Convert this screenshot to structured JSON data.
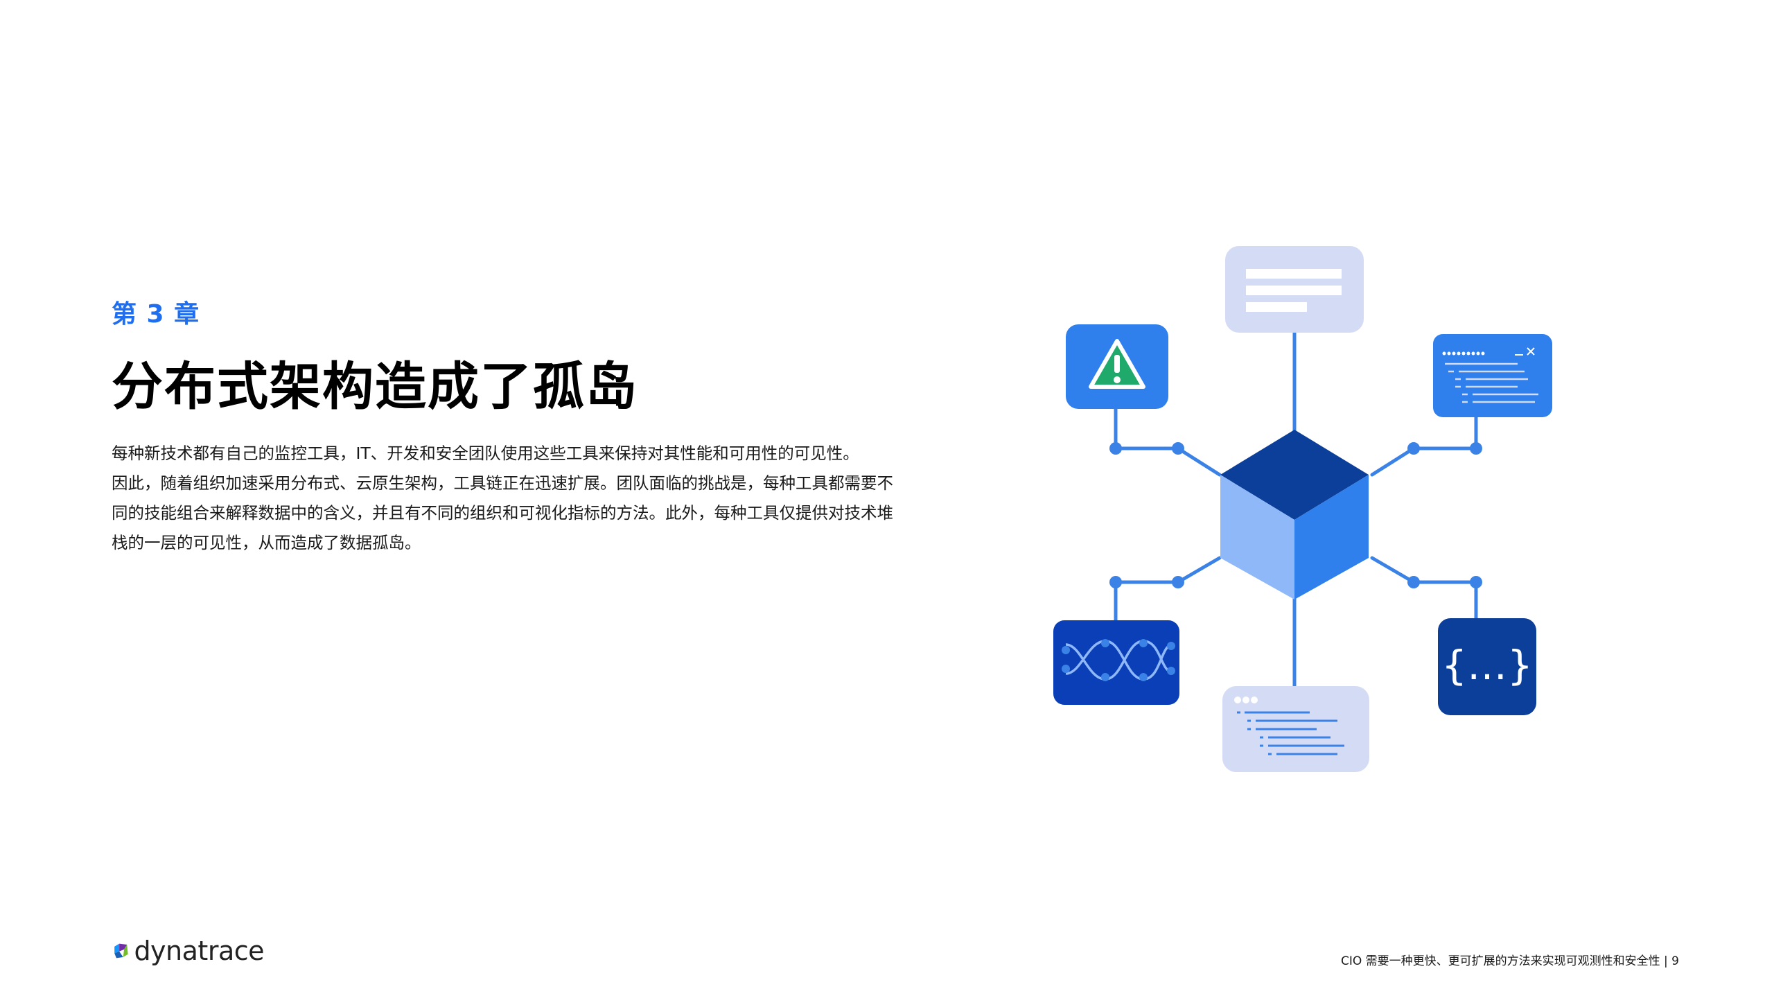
{
  "chapter": "第 3 章",
  "title": "分布式架构造成了孤岛",
  "body_lines": [
    "每种新技术都有自己的监控工具，IT、开发和安全团队使用这些工具来保持对其性能和可用性的可见性。",
    "因此，随着组织加速采用分布式、云原生架构，工具链正在迅速扩展。团队面临的挑战是，每种工具都需要不",
    "同的技能组合来解释数据中的含义，并且有不同的组织和可视化指标的方法。此外，每种工具仅提供对技术堆",
    "栈的一层的可见性，从而造成了数据孤岛。"
  ],
  "diagram": {
    "icons": [
      "warning-icon",
      "document-icon",
      "code-window-icon",
      "waveform-icon",
      "code-editor-icon",
      "braces-icon",
      "cube-icon"
    ],
    "code_symbol": "{…}",
    "colors": {
      "dark_blue": "#0b3f99",
      "royal_blue": "#0a3fb8",
      "bright_blue": "#2f80ed",
      "light_blue": "#8fb8f8",
      "lavender": "#d4dbf4",
      "line_blue": "#3b82e6",
      "warning_green": "#1faa6b"
    }
  },
  "logo": {
    "text": "dynatrace"
  },
  "footer": "CIO 需要一种更快、更可扩展的方法来实现可观测性和安全性 | 9"
}
